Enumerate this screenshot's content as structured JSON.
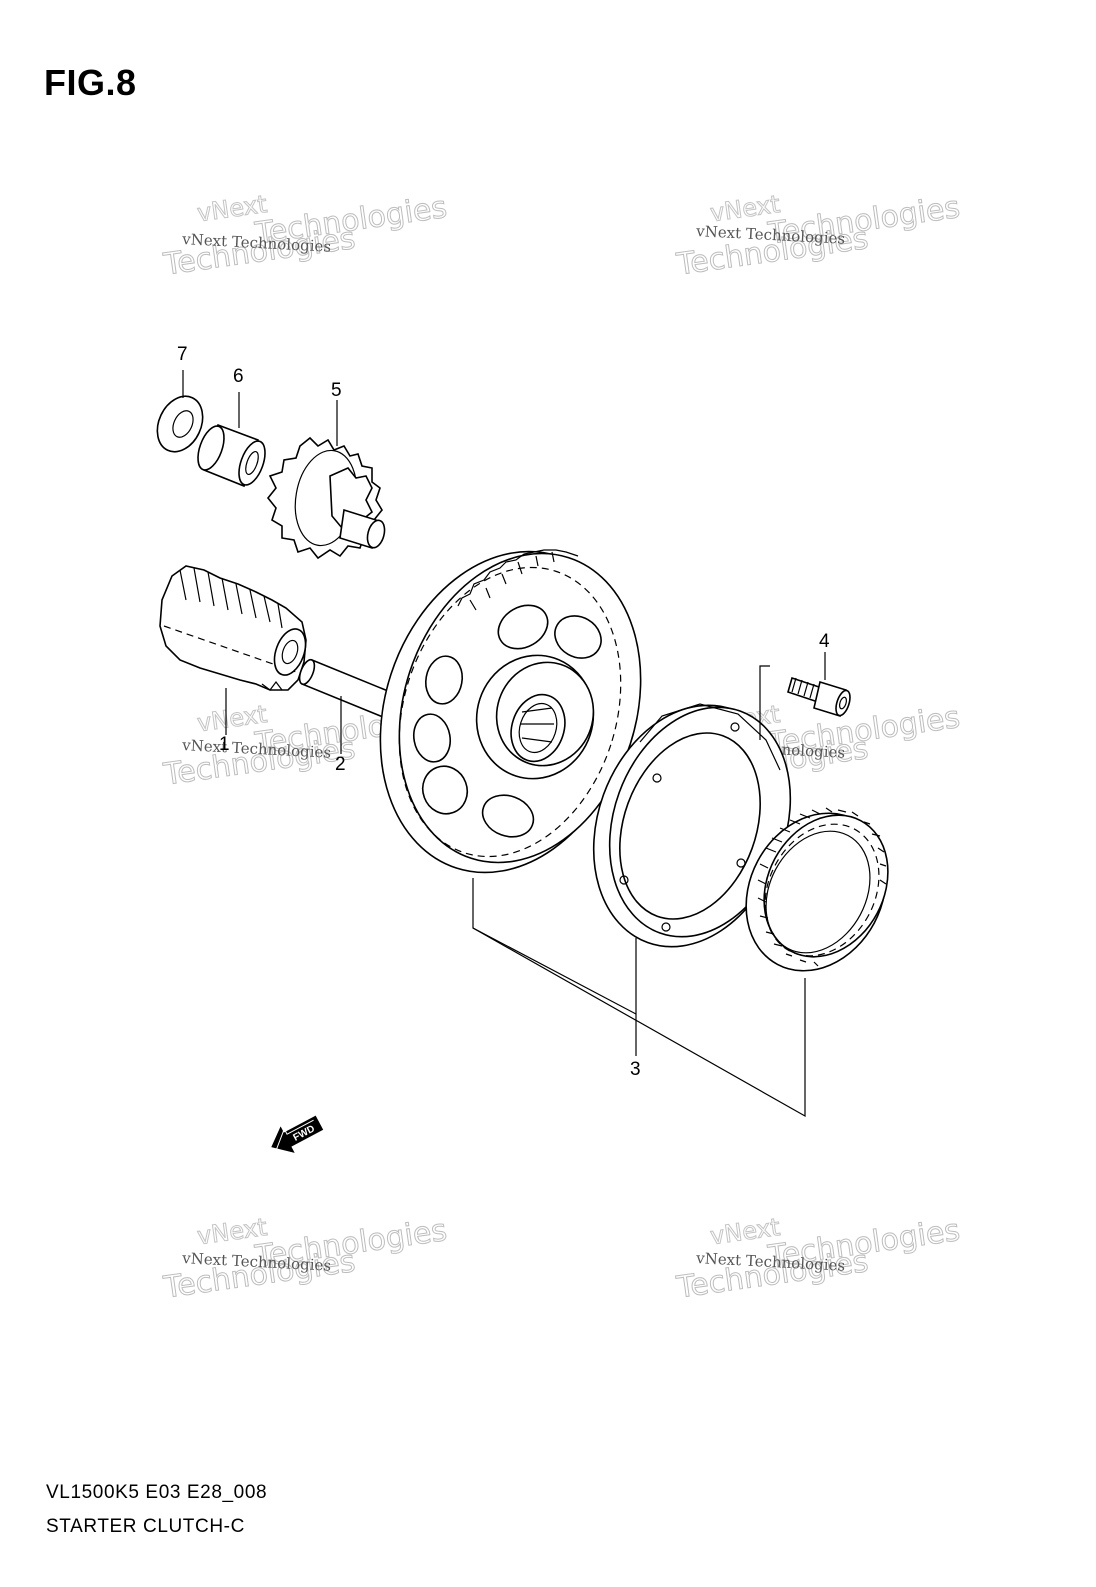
{
  "figure": {
    "title": "FIG.8",
    "model_code": "VL1500K5 E03 E28_008",
    "diagram_name": "STARTER CLUTCH-C"
  },
  "callouts": [
    "1",
    "2",
    "3",
    "4",
    "5",
    "6",
    "7"
  ],
  "direction_arrow": {
    "label": "FWD",
    "icon": "fwd-arrow-icon"
  },
  "watermark": {
    "line1": "vNext Technologies",
    "line2": "vNext",
    "line3": "Technologies"
  }
}
